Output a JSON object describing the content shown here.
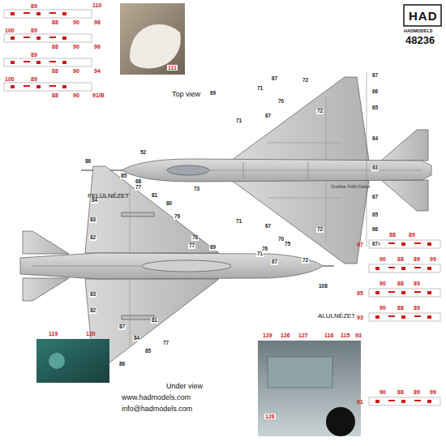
{
  "diagram": {
    "labels": [
      "HAD",
      "HADMODELS",
      "48236",
      "Top view",
      "FELÜLNÉZET",
      "Grafika: Fóth Gábor",
      "ALULNÉZET",
      "Under view",
      "www.hadmodels.com",
      "info@hadmodels.com",
      "52",
      "68",
      "69",
      "71",
      "71",
      "67",
      "70",
      "67",
      "72",
      "72",
      "67",
      "66",
      "65",
      "64",
      "63",
      "73",
      "69",
      "71",
      "71",
      "70",
      "67",
      "67",
      "72",
      "72",
      "67",
      "65",
      "66",
      "67",
      "86",
      "85",
      "84",
      "77",
      "81",
      "80",
      "79",
      "83",
      "82",
      "78",
      "77",
      "76",
      "75",
      "108",
      "83",
      "82",
      "81",
      "87",
      "84",
      "85",
      "77",
      "86",
      "89",
      "88",
      "90",
      "110",
      "98",
      "100",
      "89",
      "88",
      "90",
      "96",
      "89",
      "88",
      "90",
      "94",
      "100",
      "89",
      "88",
      "90",
      "91/B",
      "111",
      "97",
      "88",
      "89",
      "90",
      "88",
      "89",
      "99",
      "95",
      "90",
      "88",
      "89",
      "93",
      "90",
      "88",
      "89",
      "91",
      "90",
      "88",
      "89",
      "99",
      "129",
      "126",
      "127",
      "116",
      "115",
      "93",
      "128",
      "119",
      "120"
    ]
  }
}
